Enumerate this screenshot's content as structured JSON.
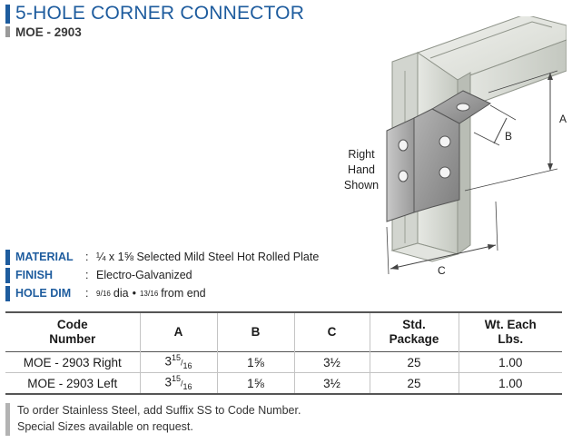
{
  "header": {
    "title": "5-HOLE CORNER CONNECTOR",
    "subtitle": "MOE - 2903",
    "accent_color": "#1e5c9e"
  },
  "diagram": {
    "note_lines": [
      "Right",
      "Hand",
      "Shown"
    ],
    "dimension_labels": {
      "a": "A",
      "b": "B",
      "c": "C"
    }
  },
  "specs": {
    "material": {
      "label": "MATERIAL",
      "value": "¼ x 1⅝ Selected Mild Steel Hot Rolled Plate"
    },
    "finish": {
      "label": "FINISH",
      "value": "Electro-Galvanized"
    },
    "hole_dim": {
      "label": "HOLE DIM",
      "dia_num": "9",
      "dia_den": "16",
      "dia_text": "dia",
      "separator": "•",
      "end_num": "13",
      "end_den": "16",
      "end_text": "from end"
    },
    "colon": ":"
  },
  "table": {
    "headers": [
      [
        "Code",
        "Number"
      ],
      [
        "A"
      ],
      [
        "B"
      ],
      [
        "C"
      ],
      [
        "Std.",
        "Package"
      ],
      [
        "Wt. Each",
        "Lbs."
      ]
    ],
    "rows": [
      {
        "code": "MOE - 2903 Right",
        "a_whole": "3",
        "a_num": "15",
        "a_den": "16",
        "b": "1⅝",
        "c": "3½",
        "pkg": "25",
        "wt": "1.00"
      },
      {
        "code": "MOE - 2903 Left",
        "a_whole": "3",
        "a_num": "15",
        "a_den": "16",
        "b": "1⅝",
        "c": "3½",
        "pkg": "25",
        "wt": "1.00"
      }
    ]
  },
  "footer": {
    "line1": "To order Stainless Steel, add Suffix SS to Code Number.",
    "line2": "Special Sizes available on request."
  }
}
